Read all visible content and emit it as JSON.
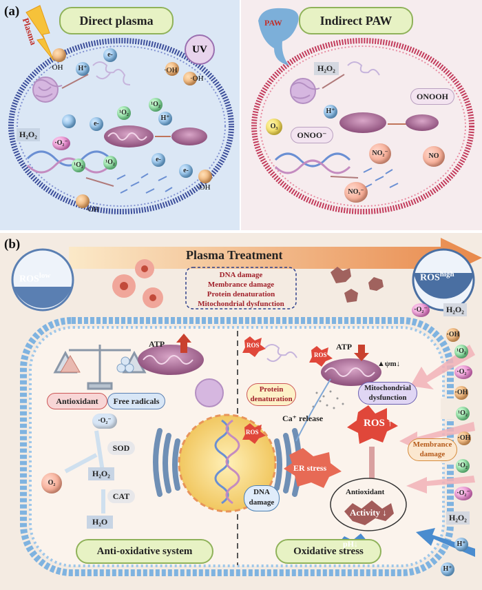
{
  "panel_a": {
    "label": "(a)",
    "left_title": "Direct plasma",
    "right_title": "Indirect PAW",
    "plasma_label": "Plasma",
    "uv": "UV",
    "paw": "PAW",
    "left_molecules": {
      "oh1": "·OH",
      "h1": "H⁺",
      "e1": "e-",
      "oh2": "·OH",
      "oh3": "·OH",
      "o2a": "¹O₂",
      "o2b": "¹O₂",
      "h2": "H⁺",
      "e2": "e-",
      "h2o2": "H₂O₂",
      "o2m": "·O₂⁻",
      "o2c": "¹O₂",
      "o2d": "¹O₂",
      "e3": "e-",
      "e4": "e-",
      "oh4": "·OH",
      "oh5": "·OH"
    },
    "right_molecules": {
      "h2o2": "H₂O₂",
      "onooh": "ONOOH",
      "h": "H⁺",
      "o3": "O₃",
      "onoo": "ONOO⁻",
      "no2": "NO₂⁻",
      "no": "NO",
      "no3": "NO₃⁻"
    }
  },
  "panel_b": {
    "label": "(b)",
    "arrow_title": "Plasma Treatment",
    "ros_low_base": "ROS",
    "ros_low_sup": "low",
    "ros_high_base": "ROS",
    "ros_high_sup": "high",
    "damage_list": [
      "DNA damage",
      "Membrance damage",
      "Protein denaturation",
      "Mitochondrial dysfunction"
    ],
    "atp_left": "ATP",
    "atp_right": "ATP",
    "antioxidant": "Antioxidant",
    "free_radicals": "Free radicals",
    "superoxide": "·O₂⁻",
    "sod": "SOD",
    "o2": "O₂",
    "h2o2": "H₂O₂",
    "cat": "CAT",
    "h2o": "H₂O",
    "anti_system": "Anti-oxidative system",
    "oxidative_stress": "Oxidative stress",
    "ros_small": "ROS",
    "protein_denaturation": "Protein denaturation",
    "ca_release": "Ca⁺ release",
    "mito_dysfunction": "Mitochondrial dysfunction",
    "psi_m": "ψm",
    "ros_big": "ROS",
    "membrane_damage": "Membrance damage",
    "er_stress": "ER stress",
    "dna_damage": "DNA damage",
    "antioxidant_right": "Antioxidant",
    "activity": "Activity",
    "ph": "pH",
    "right_species": [
      "·O₂⁻",
      "H₂O₂",
      "·OH",
      "¹O₂",
      "·O₂⁻",
      "·OH",
      "¹O₂",
      "·OH",
      "¹O₂",
      "·O₂⁻",
      "H₂O₂",
      "H⁺",
      "H⁺"
    ]
  },
  "colors": {
    "blue_membrane": "#3b4d9a",
    "red_membrane": "#c23a5a",
    "accent_orange": "#e8884a",
    "dark_red": "#a0202a",
    "green_pill": "#e7f2c4"
  }
}
